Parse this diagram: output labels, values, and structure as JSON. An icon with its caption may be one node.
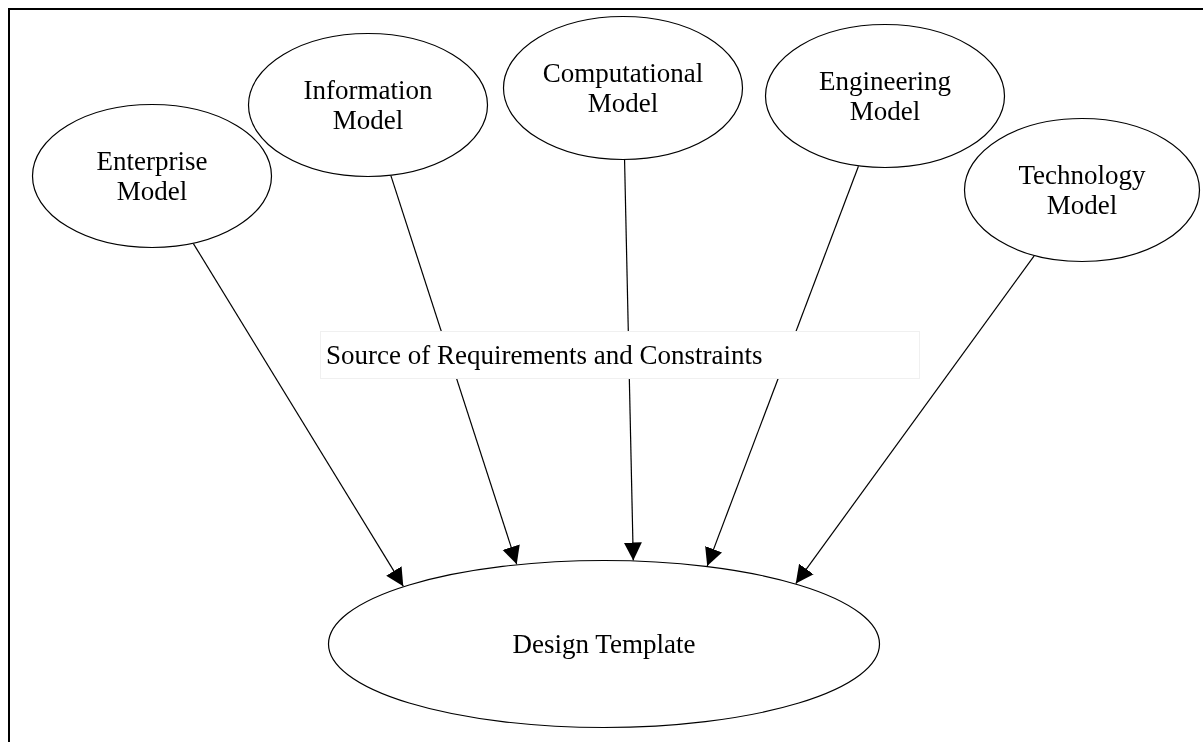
{
  "diagram": {
    "nodes": [
      {
        "text": [
          "Enterprise Model"
        ]
      },
      {
        "text": [
          "Information Model"
        ]
      },
      {
        "text": [
          "Computational Model"
        ]
      },
      {
        "text": [
          "Engineering Model"
        ]
      },
      {
        "text": [
          "Technology Model"
        ]
      },
      {
        "text": [
          "Design Template"
        ]
      }
    ],
    "edges": [
      {
        "from": 0,
        "to": 5,
        "arrow": "to"
      },
      {
        "from": 1,
        "to": 5,
        "arrow": "to"
      },
      {
        "from": 2,
        "to": 5,
        "arrow": "to"
      },
      {
        "from": 3,
        "to": 5,
        "arrow": "to"
      },
      {
        "from": 4,
        "to": 5,
        "arrow": "to"
      }
    ],
    "labels": [
      "Source of Requirements and Constraints"
    ]
  }
}
